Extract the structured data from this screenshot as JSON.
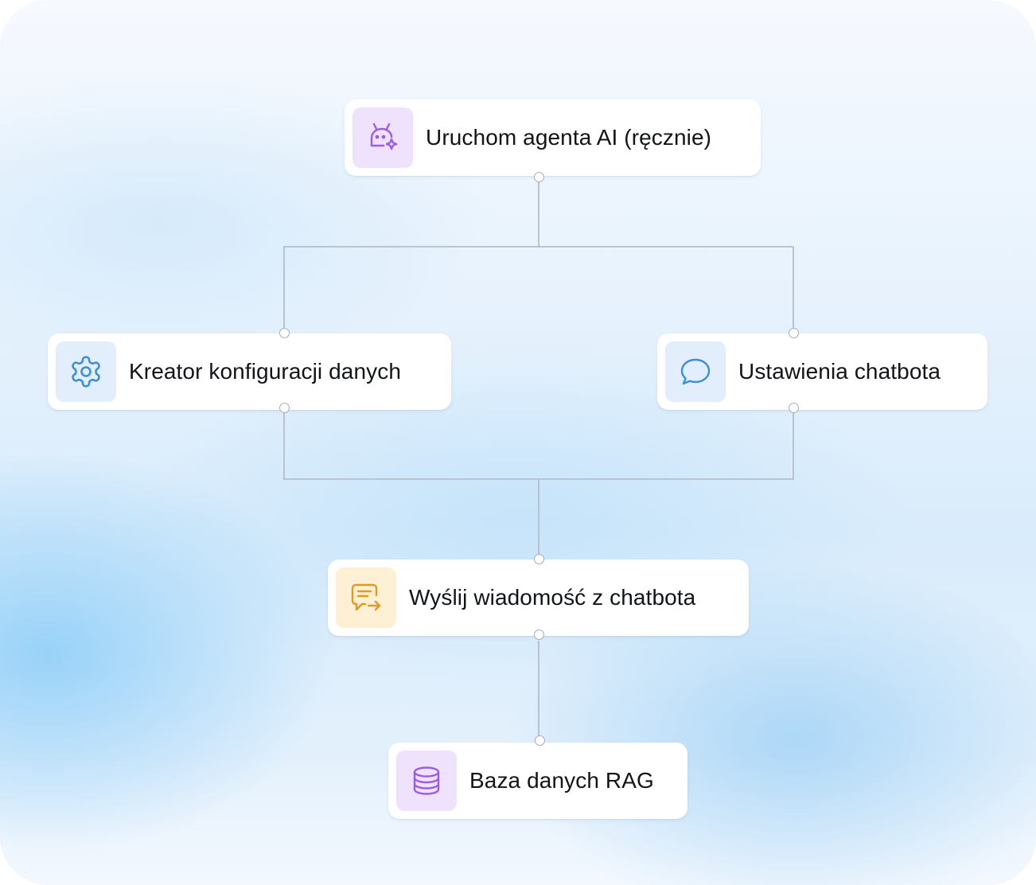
{
  "flow": {
    "nodes": [
      {
        "id": "start",
        "label": "Uruchom agenta AI (ręcznie)",
        "icon": "robot-sparkle-icon",
        "icon_color": "#9b5de5",
        "tint": "#efe2fc"
      },
      {
        "id": "config",
        "label": "Kreator konfiguracji danych",
        "icon": "gear-icon",
        "icon_color": "#3b8fd9",
        "tint": "#e2eefb"
      },
      {
        "id": "chatbot",
        "label": "Ustawienia chatbota",
        "icon": "speech-bubble-icon",
        "icon_color": "#3b8fd9",
        "tint": "#e2eefb"
      },
      {
        "id": "send",
        "label": "Wyślij wiadomość z chatbota",
        "icon": "message-send-icon",
        "icon_color": "#e29a1e",
        "tint": "#fdf0d4"
      },
      {
        "id": "rag",
        "label": "Baza danych RAG",
        "icon": "database-icon",
        "icon_color": "#9b5de5",
        "tint": "#efe2fc"
      }
    ],
    "edges": [
      {
        "from": "start",
        "to": "config"
      },
      {
        "from": "start",
        "to": "chatbot"
      },
      {
        "from": "config",
        "to": "send"
      },
      {
        "from": "chatbot",
        "to": "send"
      },
      {
        "from": "send",
        "to": "rag"
      }
    ],
    "connector_color": "#b3bcc6"
  }
}
